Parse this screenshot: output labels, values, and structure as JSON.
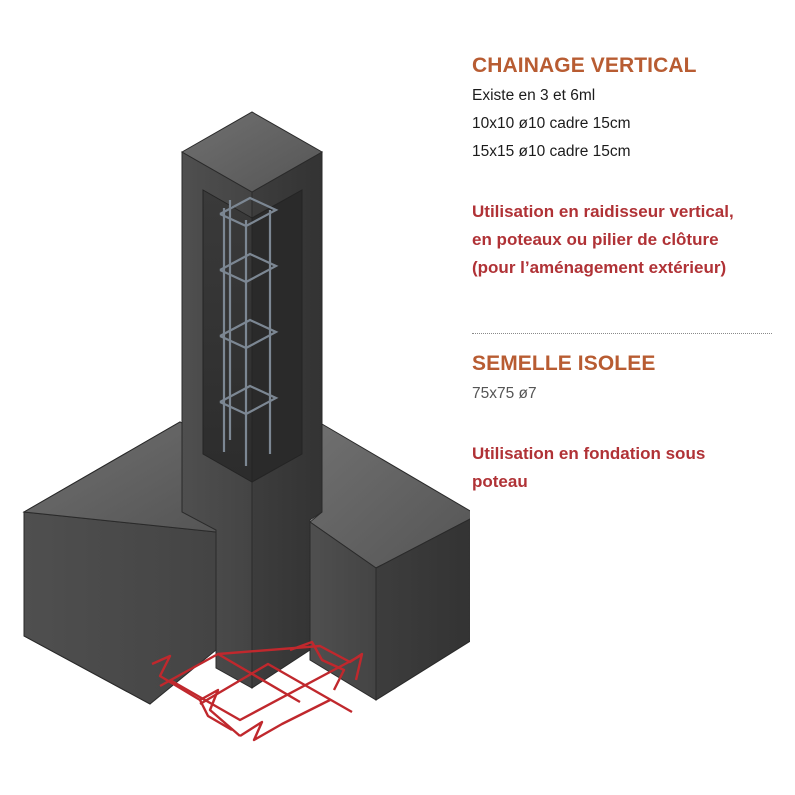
{
  "chainage": {
    "title": "CHAINAGE VERTICAL",
    "specs": [
      "Existe en 3 et 6ml",
      "10x10 ø10 cadre 15cm",
      "15x15 ø10 cadre 15cm"
    ],
    "usage_lines": [
      "Utilisation en raidisseur vertical,",
      "en poteaux ou pilier de clôture",
      "(pour l’aménagement extérieur)"
    ]
  },
  "semelle": {
    "title": "SEMELLE ISOLEE",
    "spec": "75x75 ø7",
    "usage_lines": [
      "Utilisation en fondation sous",
      "poteau"
    ]
  },
  "colors": {
    "heading": "#b85c32",
    "usage_text": "#b03236",
    "concrete": "#4a4a4a",
    "rebar_mesh": "#c0282d",
    "rebar_cage": "#6f7a86"
  }
}
